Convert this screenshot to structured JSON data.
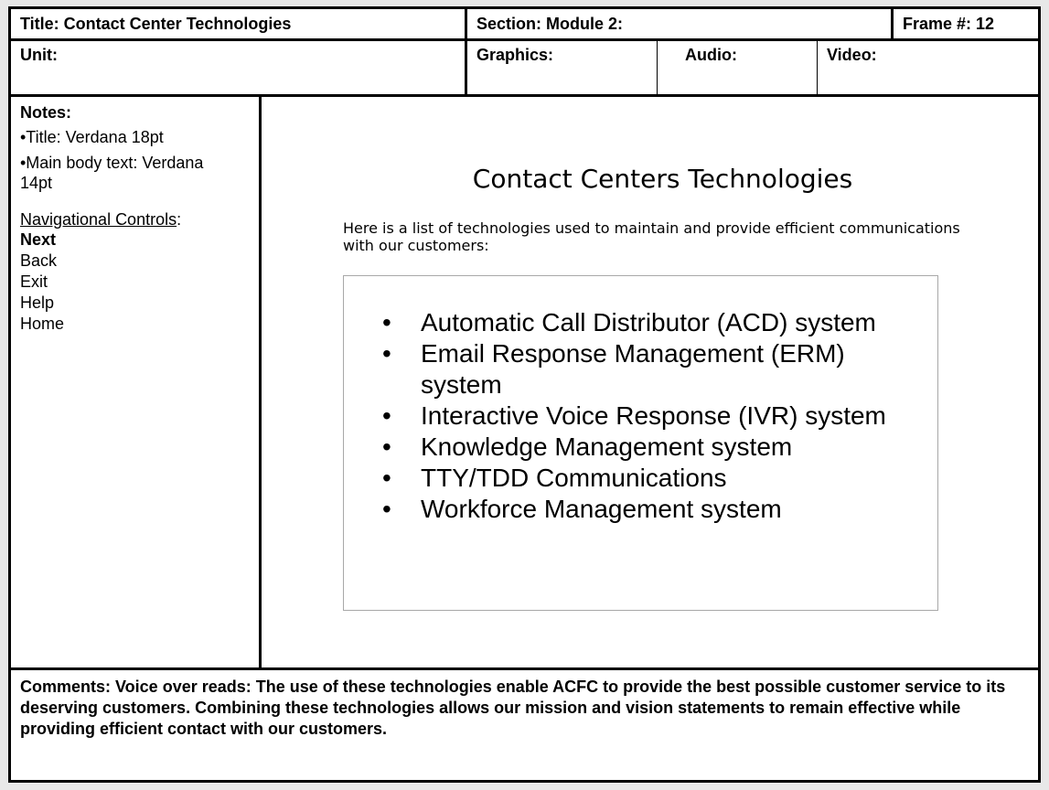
{
  "header": {
    "title": "Title: Contact Center Technologies",
    "section": "Section: Module 2:",
    "frame": "Frame #: 12"
  },
  "row2": {
    "unit": "Unit:",
    "graphics": "Graphics:",
    "audio": "Audio:",
    "video": "Video:"
  },
  "notes": {
    "heading": "Notes:",
    "title_font": "•Title:  Verdana 18pt",
    "body_font_1": "•Main body text: Verdana",
    "body_font_2": "14pt",
    "nav_heading": "Navigational Controls",
    "nav_colon": ":",
    "nav_items": [
      "Next",
      "Back",
      "Exit",
      "Help",
      "Home"
    ]
  },
  "slide": {
    "title": "Contact Centers Technologies",
    "intro_line1": "Here is a list of technologies used to maintain and provide efficient communications",
    "intro_line2": "with our customers:",
    "bullet": "•",
    "items": [
      "Automatic Call Distributor (ACD) system",
      "Email Response Management (ERM) system",
      "Interactive Voice Response (IVR) system",
      "Knowledge Management system",
      "TTY/TDD Communications",
      "Workforce Management system"
    ]
  },
  "comments": "Comments: Voice over reads: The use of these technologies enable ACFC to provide the best possible customer service to its deserving customers. Combining these technologies allows our mission and vision statements to remain effective while providing efficient contact with our customers."
}
